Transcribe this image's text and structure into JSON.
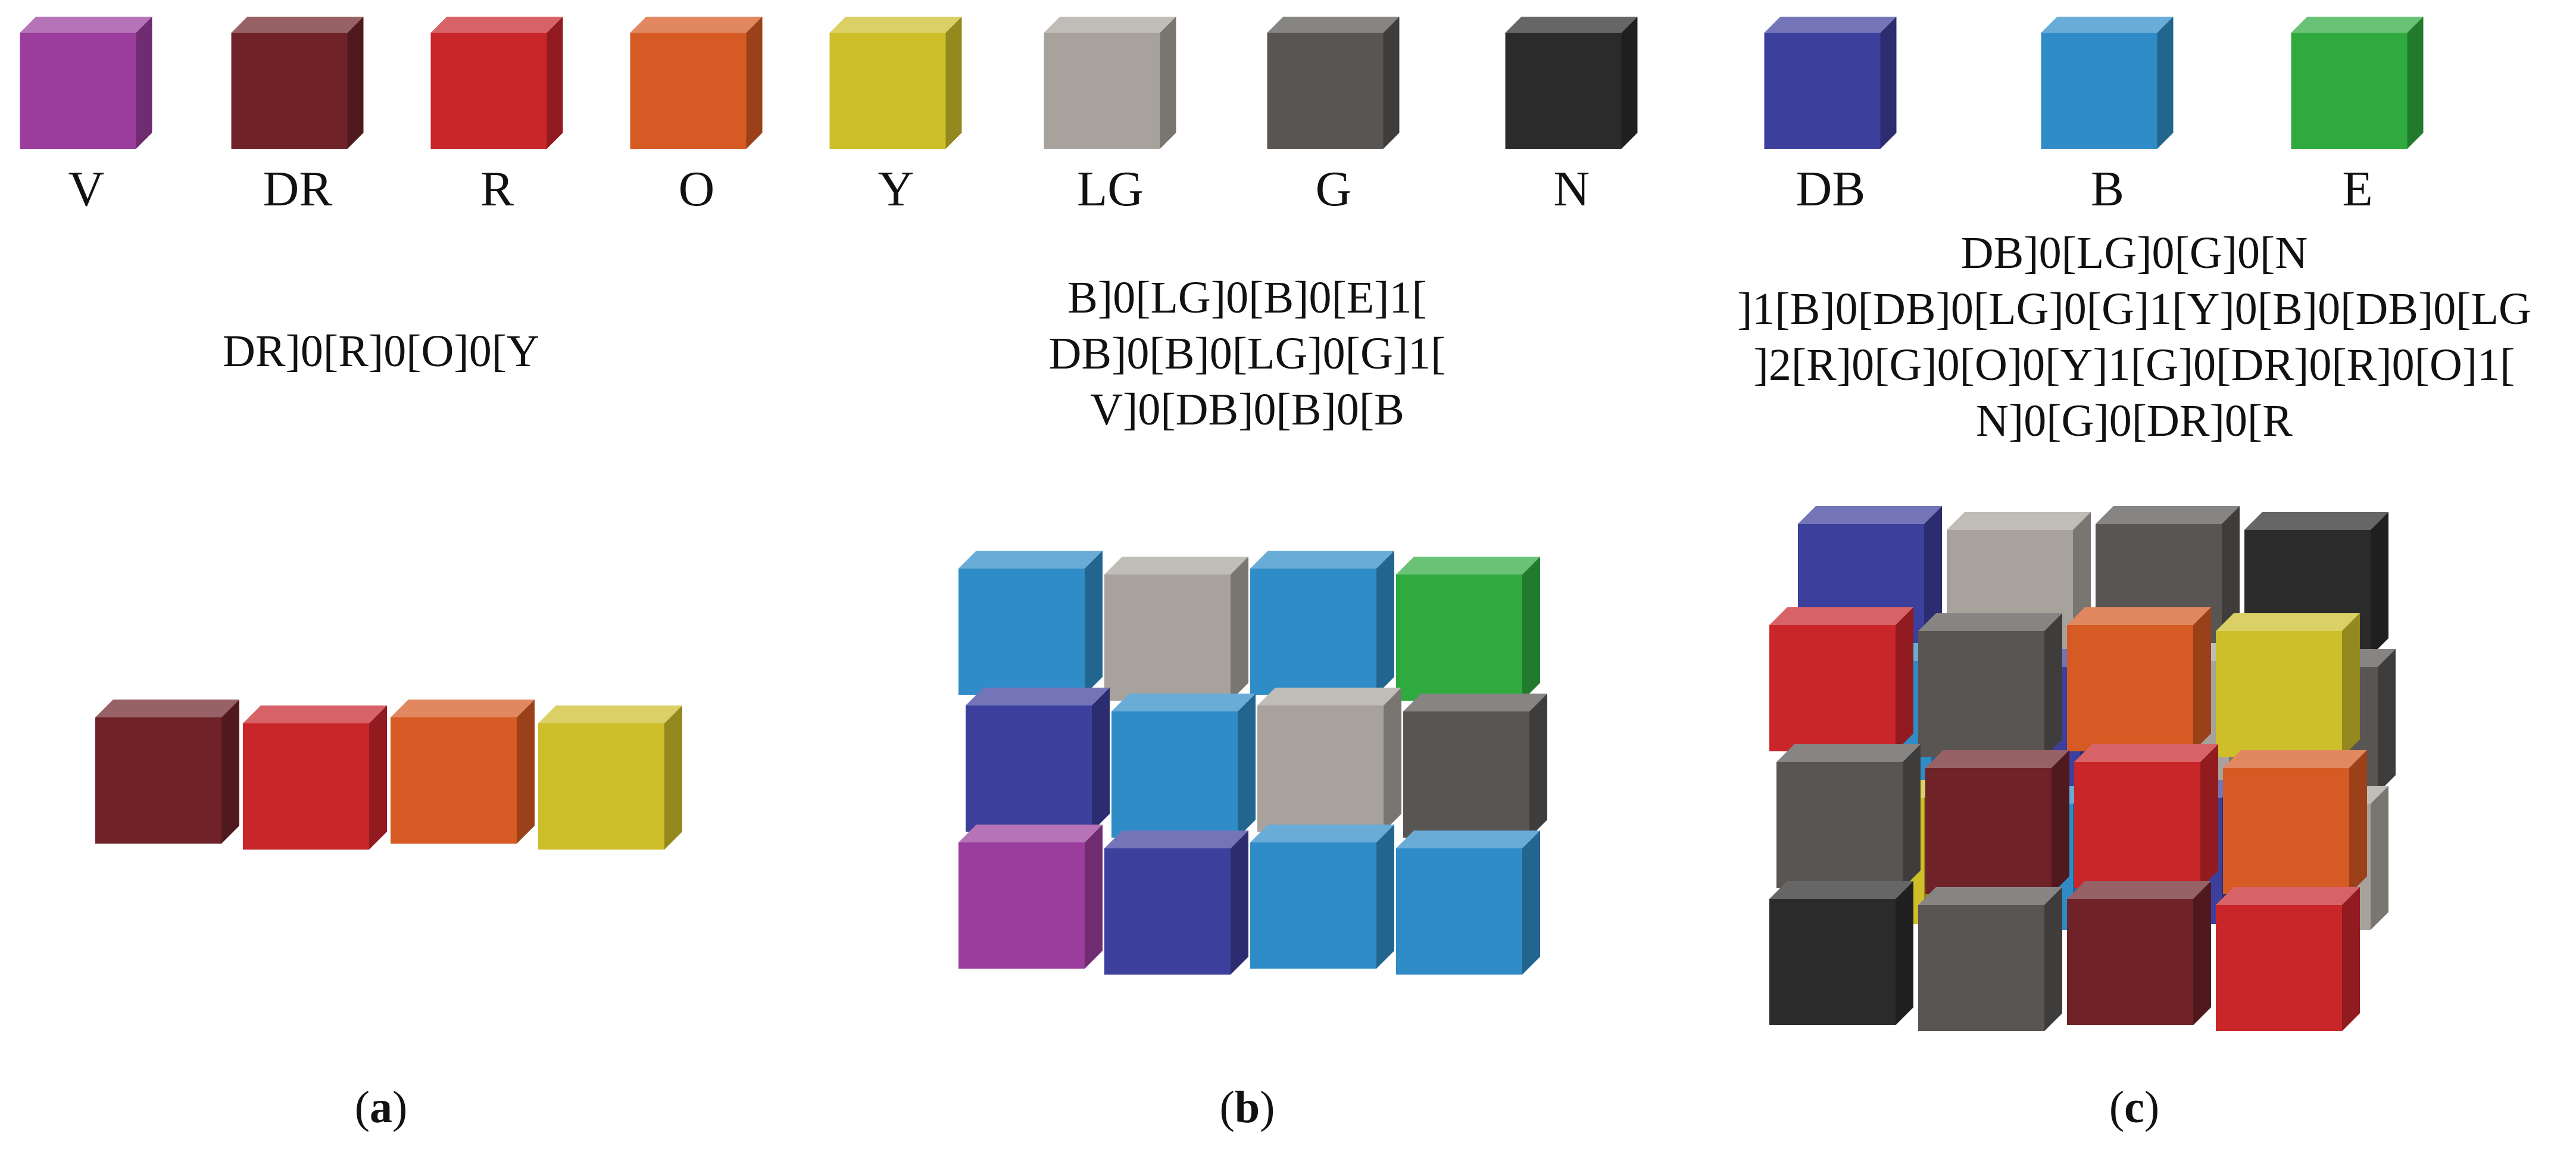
{
  "palette": [
    {
      "code": "V",
      "color": "#9a3d9c"
    },
    {
      "code": "DR",
      "color": "#6f2329"
    },
    {
      "code": "R",
      "color": "#c9262a"
    },
    {
      "code": "O",
      "color": "#d65a24"
    },
    {
      "code": "Y",
      "color": "#cdbe2a"
    },
    {
      "code": "LG",
      "color": "#a8a29c"
    },
    {
      "code": "G",
      "color": "#585553"
    },
    {
      "code": "N",
      "color": "#2b2b2b"
    },
    {
      "code": "DB",
      "color": "#3c3f9c"
    },
    {
      "code": "B",
      "color": "#2f8cc7"
    },
    {
      "code": "E",
      "color": "#2faa3f"
    }
  ],
  "panels": [
    {
      "id": "a",
      "label_open": "(",
      "label_letter": "a",
      "label_close": ")",
      "code_lines": [
        "DR]0[R]0[O]0[Y"
      ],
      "layers": [
        [
          [
            "DR",
            "R",
            "O",
            "Y"
          ]
        ]
      ]
    },
    {
      "id": "b",
      "label_open": "(",
      "label_letter": "b",
      "label_close": ")",
      "code_lines": [
        "B]0[LG]0[B]0[E]1[",
        "DB]0[B]0[LG]0[G]1[",
        "V]0[DB]0[B]0[B"
      ],
      "layers": [
        [
          [
            "B",
            "LG",
            "B",
            "E"
          ],
          [
            "DB",
            "B",
            "LG",
            "G"
          ],
          [
            "V",
            "DB",
            "B",
            "B"
          ]
        ]
      ]
    },
    {
      "id": "c",
      "label_open": "(",
      "label_letter": "c",
      "label_close": ")",
      "code_lines": [
        "DB]0[LG]0[G]0[N",
        "]1[B]0[DB]0[LG]0[G]1[Y]0[B]0[DB]0[LG",
        "]2[R]0[G]0[O]0[Y]1[G]0[DR]0[R]0[O]1[",
        "N]0[G]0[DR]0[R"
      ],
      "layers": [
        [
          [
            "DB",
            "LG",
            "G",
            "N"
          ],
          [
            "B",
            "DB",
            "LG",
            "G"
          ],
          [
            "Y",
            "B",
            "DB",
            "LG"
          ]
        ],
        [
          [
            "R",
            "G",
            "O",
            "Y"
          ],
          [
            "G",
            "DR",
            "R",
            "O"
          ],
          [
            "N",
            "G",
            "DR",
            "R"
          ]
        ]
      ]
    }
  ]
}
